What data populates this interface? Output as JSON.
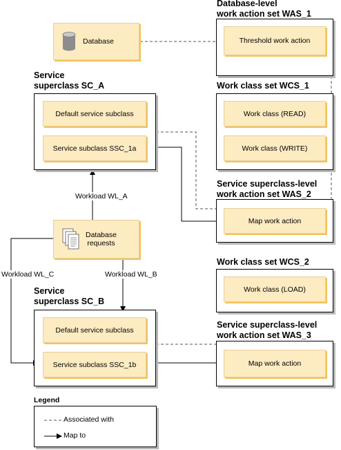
{
  "titles": {
    "was1": "Database-level\nwork action set WAS_1",
    "sc_a": "Service\nsuperclass SC_A",
    "wcs1": "Work class set WCS_1",
    "was2": "Service superclass-level\nwork action set WAS_2",
    "wcs2": "Work class set WCS_2",
    "sc_b": "Service\nsuperclass SC_B",
    "was3": "Service superclass-level\nwork action set WAS_3"
  },
  "boxes": {
    "database": "Database",
    "threshold_action": "Threshold work action",
    "sc_a_default": "Default service subclass",
    "sc_a_sub": "Service subclass SSC_1a",
    "wc_read": "Work class (READ)",
    "wc_write": "Work class (WRITE)",
    "was2_map": "Map work action",
    "db_requests": "Database\nrequests",
    "wc_load": "Work class (LOAD)",
    "sc_b_default": "Default service subclass",
    "sc_b_sub": "Service subclass SSC_1b",
    "was3_map": "Map work action"
  },
  "workloads": {
    "wl_a": "Workload WL_A",
    "wl_b": "Workload WL_B",
    "wl_c": "Workload WL_C"
  },
  "legend": {
    "title": "Legend",
    "associated": "Associated with",
    "map_to": "Map to"
  },
  "colors": {
    "box_fill": "#fdebc2",
    "box_shadow": "#f3c35a",
    "line": "#000000",
    "dashed": "#555555"
  },
  "icons": {
    "database": "database-cylinder-icon",
    "requests": "documents-stack-icon"
  }
}
